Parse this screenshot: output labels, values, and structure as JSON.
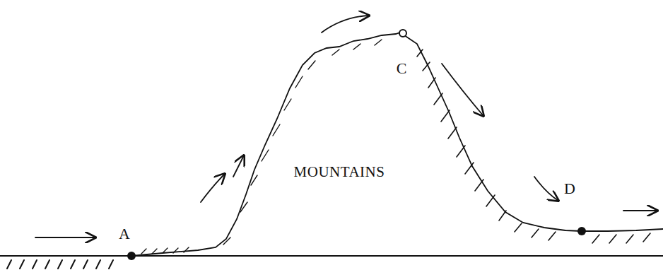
{
  "diagram": {
    "labels": [
      "A",
      "C",
      "MOUNTAINS",
      "D"
    ]
  }
}
